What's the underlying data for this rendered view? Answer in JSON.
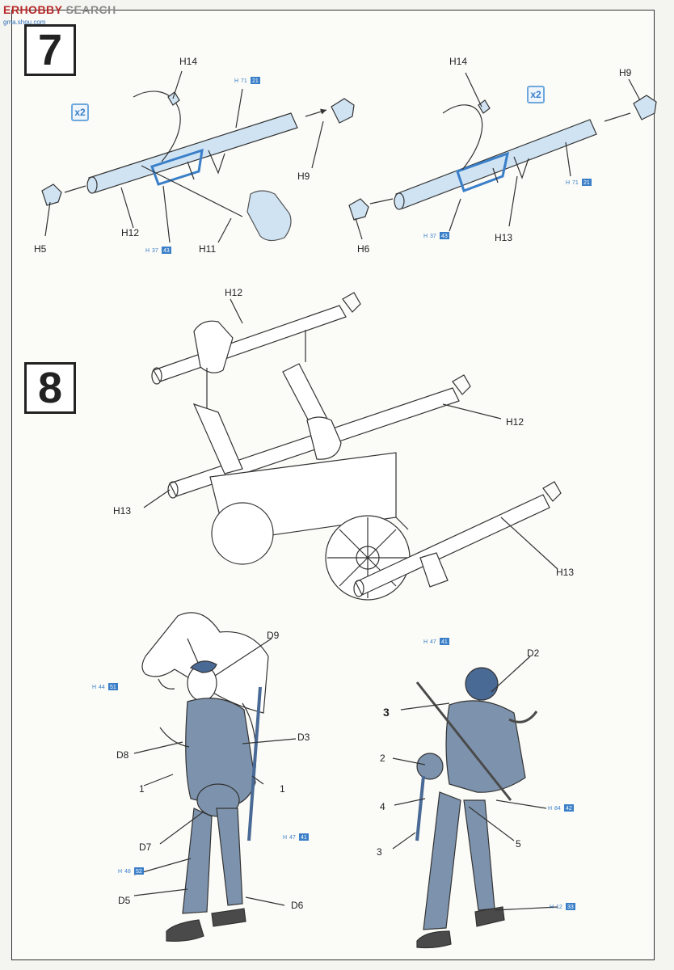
{
  "watermark": {
    "brand_a": "ERHOBBY",
    "brand_b": "SEARCH",
    "url": "gma.shou.com"
  },
  "steps": {
    "step7": "7",
    "step8": "8"
  },
  "multipliers": {
    "left": "x2",
    "right": "x2"
  },
  "step7": {
    "left": {
      "labels": [
        "H14",
        "H9",
        "H12",
        "H11",
        "H5"
      ]
    },
    "right": {
      "labels": [
        "H14",
        "H9",
        "H13",
        "H6"
      ]
    }
  },
  "step8": {
    "labels": [
      "H12",
      "H12",
      "H13",
      "H13"
    ]
  },
  "figures": {
    "left": {
      "labels": [
        "D9",
        "D3",
        "D8",
        "1",
        "1",
        "D7",
        "D5",
        "D6"
      ]
    },
    "right": {
      "labels": [
        "D2",
        "3",
        "2",
        "4",
        "3",
        "5"
      ]
    }
  },
  "color_codes": [
    {
      "prefix": "H",
      "a": "71",
      "b": "21"
    },
    {
      "prefix": "H",
      "a": "37",
      "b": "43"
    },
    {
      "prefix": "H",
      "a": "37",
      "b": "43"
    },
    {
      "prefix": "H",
      "a": "71",
      "b": "21"
    },
    {
      "prefix": "H",
      "a": "44",
      "b": "51"
    },
    {
      "prefix": "H",
      "a": "47",
      "b": "41"
    },
    {
      "prefix": "H",
      "a": "48",
      "b": "52"
    },
    {
      "prefix": "H",
      "a": "47",
      "b": "41"
    },
    {
      "prefix": "H",
      "a": "84",
      "b": "42"
    },
    {
      "prefix": "H",
      "a": "12",
      "b": "33"
    }
  ],
  "colors": {
    "accent_blue": "#3a7fc8",
    "part_fill": "#cfe3f3",
    "uniform": "#7d93ad",
    "line": "#333333"
  }
}
